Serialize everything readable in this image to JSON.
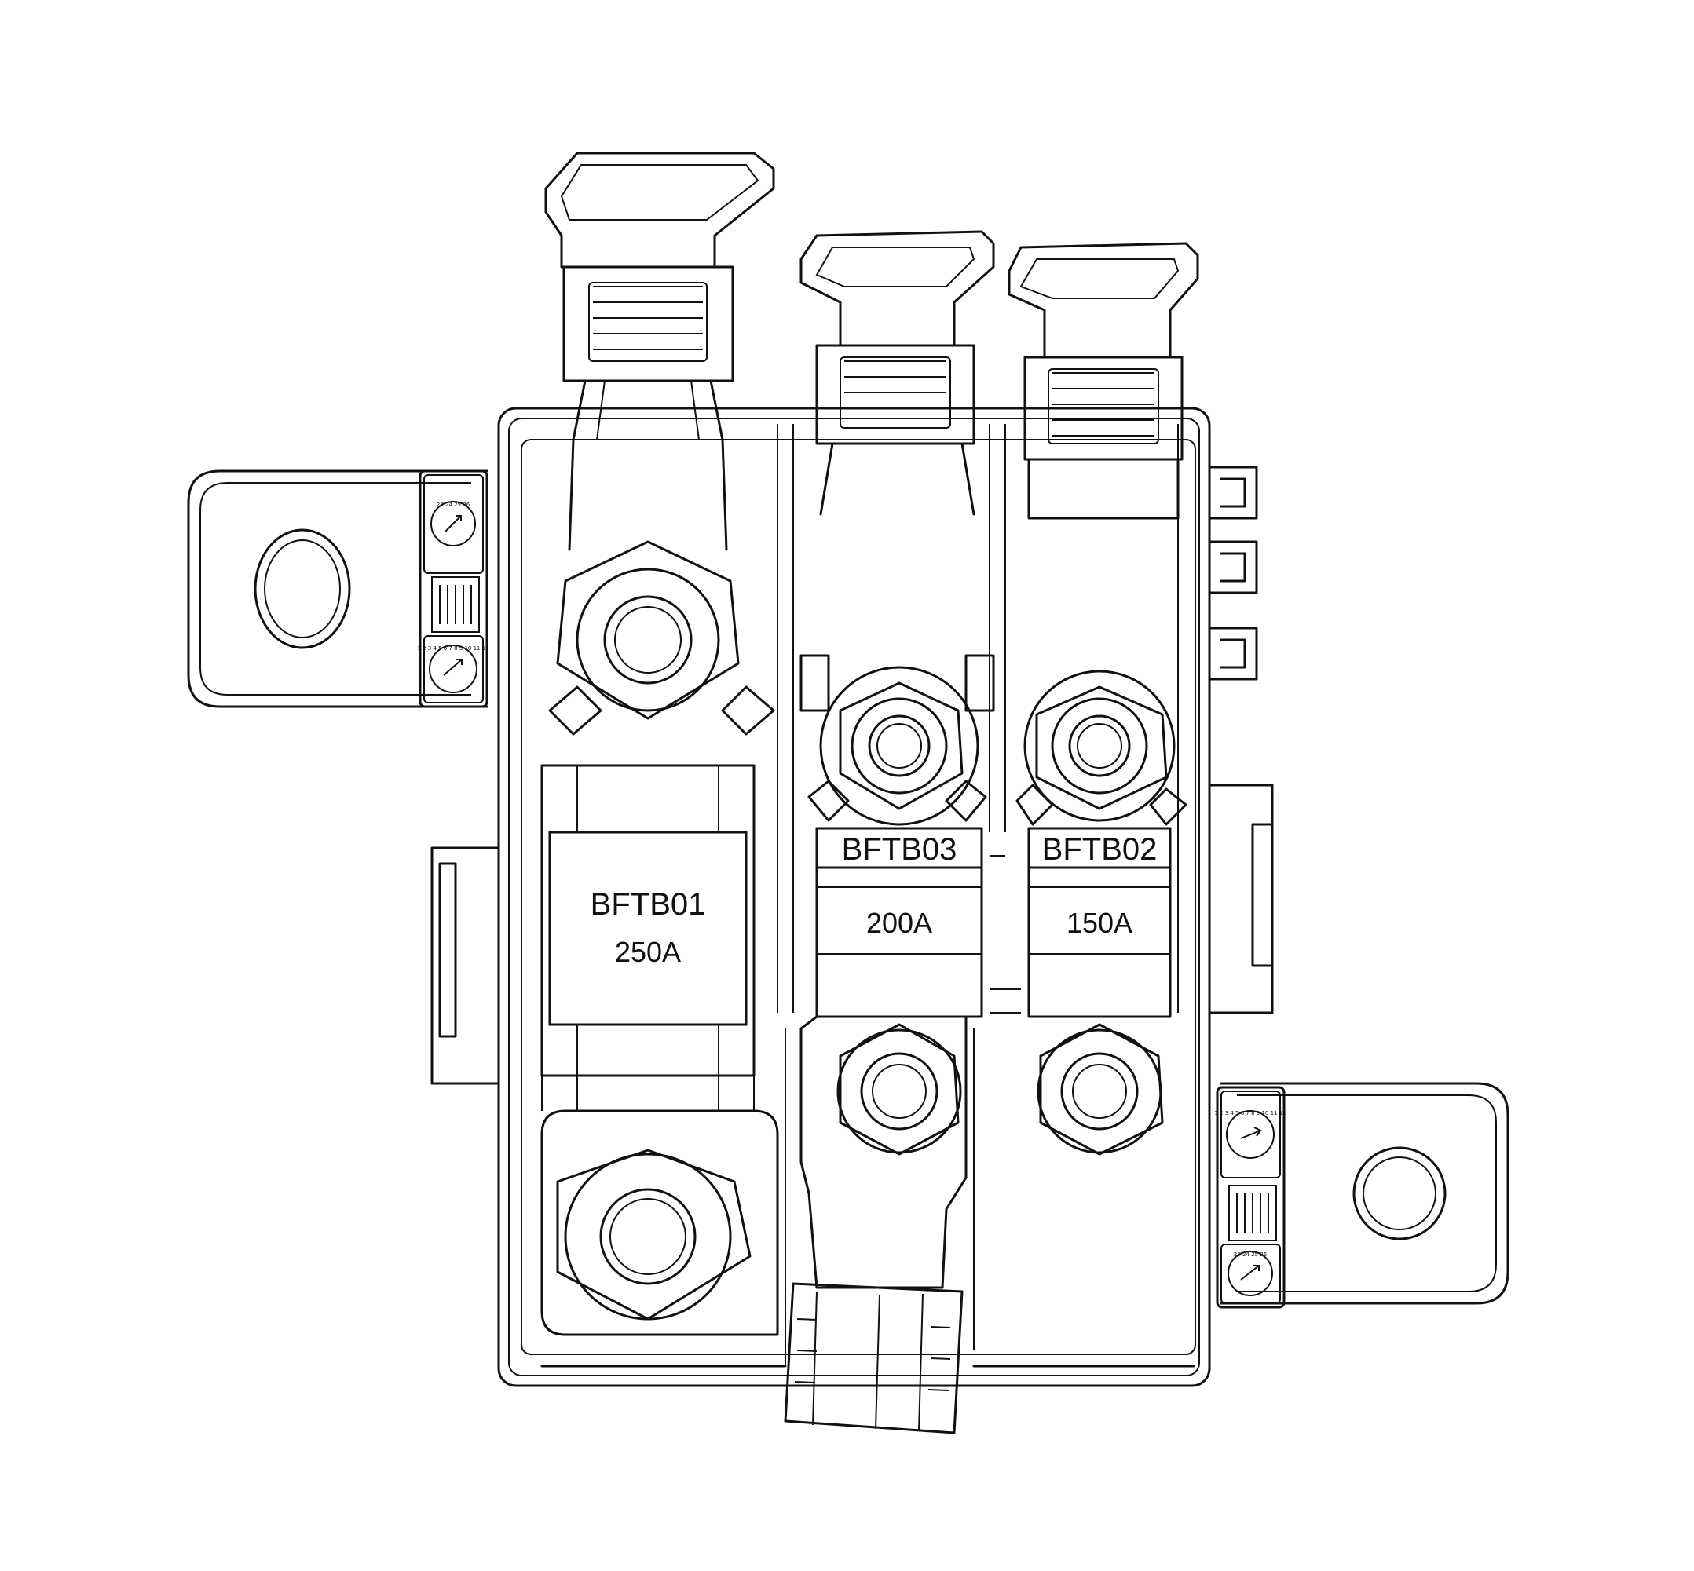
{
  "fuses": [
    {
      "name": "BFTB01",
      "rating": "250A"
    },
    {
      "name": "BFTB03",
      "rating": "200A"
    },
    {
      "name": "BFTB02",
      "rating": "150A"
    }
  ],
  "date_dials": {
    "top_left": "23 24 25 26",
    "mid_left": "1 2 3 4 5 6 7 8 9 10 11 12",
    "mid_right": "1 2 3 4 5 6 7 8 9 10 11 12",
    "bottom_right": "23 24 25 26"
  },
  "icons": [
    "bolt-nut-icon",
    "ring-terminal-icon",
    "date-dial-icon",
    "connector-icon"
  ]
}
